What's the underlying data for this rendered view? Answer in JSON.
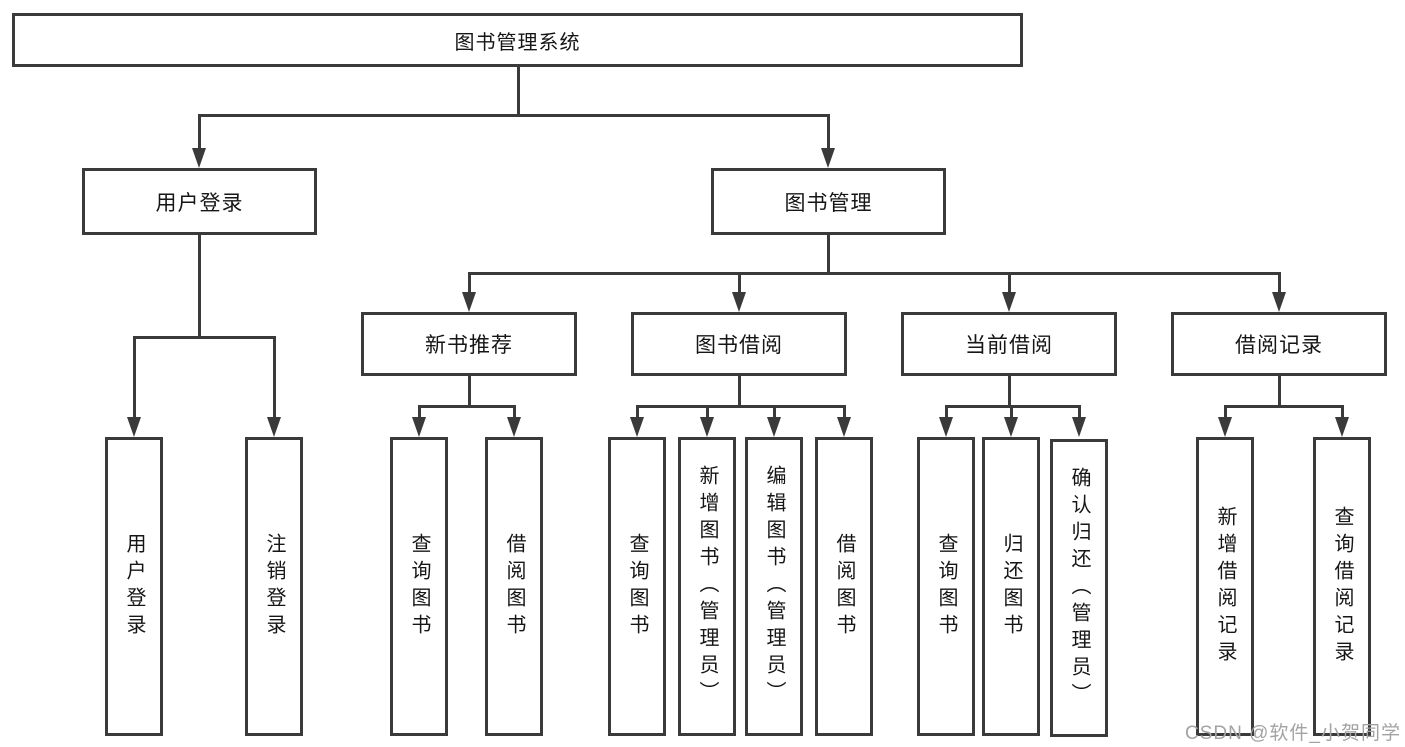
{
  "tree": {
    "root": "图书管理系统",
    "children": [
      {
        "label": "用户登录",
        "children": [
          "用户登录",
          "注销登录"
        ]
      },
      {
        "label": "图书管理",
        "children": [
          {
            "label": "新书推荐",
            "children": [
              "查询图书",
              "借阅图书"
            ]
          },
          {
            "label": "图书借阅",
            "children": [
              "查询图书",
              "新增图书（管理员）",
              "编辑图书（管理员）",
              "借阅图书"
            ]
          },
          {
            "label": "当前借阅",
            "children": [
              "查询图书",
              "归还图书",
              "确认归还（管理员）"
            ]
          },
          {
            "label": "借阅记录",
            "children": [
              "新增借阅记录",
              "查询借阅记录"
            ]
          }
        ]
      }
    ]
  },
  "watermark": "CSDN @软件_小贺同学",
  "colors": {
    "line": "#3a3a3a",
    "text": "#161616",
    "background": "#ffffff",
    "watermark": "#a3a3a3"
  }
}
